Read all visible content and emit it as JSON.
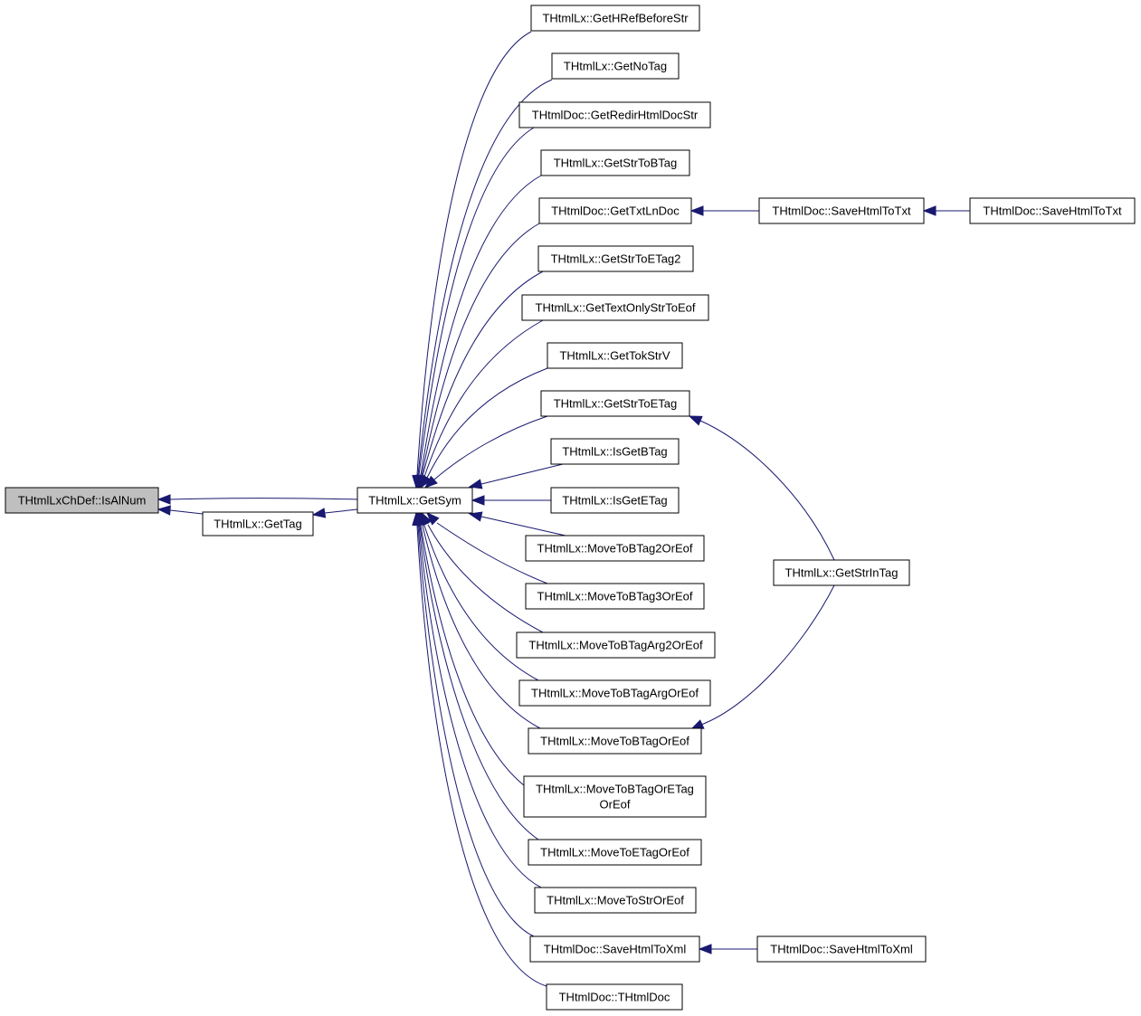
{
  "diagram": {
    "type": "call-graph",
    "colors": {
      "edge": "#191970",
      "root_fill": "#bfbfbf",
      "node_fill": "#ffffff",
      "node_stroke": "#000000"
    },
    "nodes": {
      "isalnum": {
        "lines": [
          "THtmlLxChDef::IsAlNum"
        ],
        "root": true
      },
      "gettag": {
        "lines": [
          "THtmlLx::GetTag"
        ]
      },
      "getsym": {
        "lines": [
          "THtmlLx::GetSym"
        ]
      },
      "gethref": {
        "lines": [
          "THtmlLx::GetHRefBeforeStr"
        ]
      },
      "getnotag": {
        "lines": [
          "THtmlLx::GetNoTag"
        ]
      },
      "getredir": {
        "lines": [
          "THtmlDoc::GetRedirHtmlDocStr"
        ]
      },
      "getstrtobtag": {
        "lines": [
          "THtmlLx::GetStrToBTag"
        ]
      },
      "gettxtlndoc": {
        "lines": [
          "THtmlDoc::GetTxtLnDoc"
        ]
      },
      "getstrtoetag2": {
        "lines": [
          "THtmlLx::GetStrToETag2"
        ]
      },
      "gettextonly": {
        "lines": [
          "THtmlLx::GetTextOnlyStrToEof"
        ]
      },
      "gettokstrv": {
        "lines": [
          "THtmlLx::GetTokStrV"
        ]
      },
      "getstrtoetag": {
        "lines": [
          "THtmlLx::GetStrToETag"
        ]
      },
      "isgetbtag": {
        "lines": [
          "THtmlLx::IsGetBTag"
        ]
      },
      "isgetetag": {
        "lines": [
          "THtmlLx::IsGetETag"
        ]
      },
      "mtb2": {
        "lines": [
          "THtmlLx::MoveToBTag2OrEof"
        ]
      },
      "mtb3": {
        "lines": [
          "THtmlLx::MoveToBTag3OrEof"
        ]
      },
      "mtbarg2": {
        "lines": [
          "THtmlLx::MoveToBTagArg2OrEof"
        ]
      },
      "mtbarg": {
        "lines": [
          "THtmlLx::MoveToBTagArgOrEof"
        ]
      },
      "mtb": {
        "lines": [
          "THtmlLx::MoveToBTagOrEof"
        ]
      },
      "mtbe": {
        "lines": [
          "THtmlLx::MoveToBTagOrETag",
          "OrEof"
        ]
      },
      "mte": {
        "lines": [
          "THtmlLx::MoveToETagOrEof"
        ]
      },
      "mts": {
        "lines": [
          "THtmlLx::MoveToStrOrEof"
        ]
      },
      "savexml1": {
        "lines": [
          "THtmlDoc::SaveHtmlToXml"
        ]
      },
      "ctor": {
        "lines": [
          "THtmlDoc::THtmlDoc"
        ]
      },
      "savetxt1": {
        "lines": [
          "THtmlDoc::SaveHtmlToTxt"
        ]
      },
      "savetxt2": {
        "lines": [
          "THtmlDoc::SaveHtmlToTxt"
        ]
      },
      "getstrintag": {
        "lines": [
          "THtmlLx::GetStrInTag"
        ]
      },
      "savexml2": {
        "lines": [
          "THtmlDoc::SaveHtmlToXml"
        ]
      }
    }
  }
}
